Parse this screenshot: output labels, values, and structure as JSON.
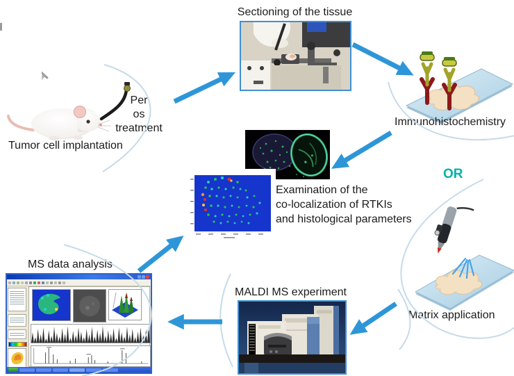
{
  "labels": {
    "sectioning": "Sectioning of the tissue",
    "per_os_1": "Per",
    "per_os_2": "os",
    "per_os_3": "treatment",
    "tumor_implantation": "Tumor cell implantation",
    "immunohistochemistry": "Immunohistochemistry",
    "examination_1": "Examination of the",
    "examination_2": "co-localization of RTKIs",
    "examination_3": "and histological parameters",
    "or": "OR",
    "matrix_application": "Matrix application",
    "maldi_experiment": "MALDI MS experiment",
    "ms_data_analysis": "MS data analysis"
  },
  "colors": {
    "arrow": "#2e96d8",
    "swoosh": "#c6dbe9",
    "or_text": "#00b2a9",
    "photo_border": "#3f8fd4",
    "slide_blue": "#cde5f2",
    "tissue_beige": "#f2debe",
    "antibody_red": "#8b1a1a",
    "antibody_olive": "#9a9a2a"
  }
}
